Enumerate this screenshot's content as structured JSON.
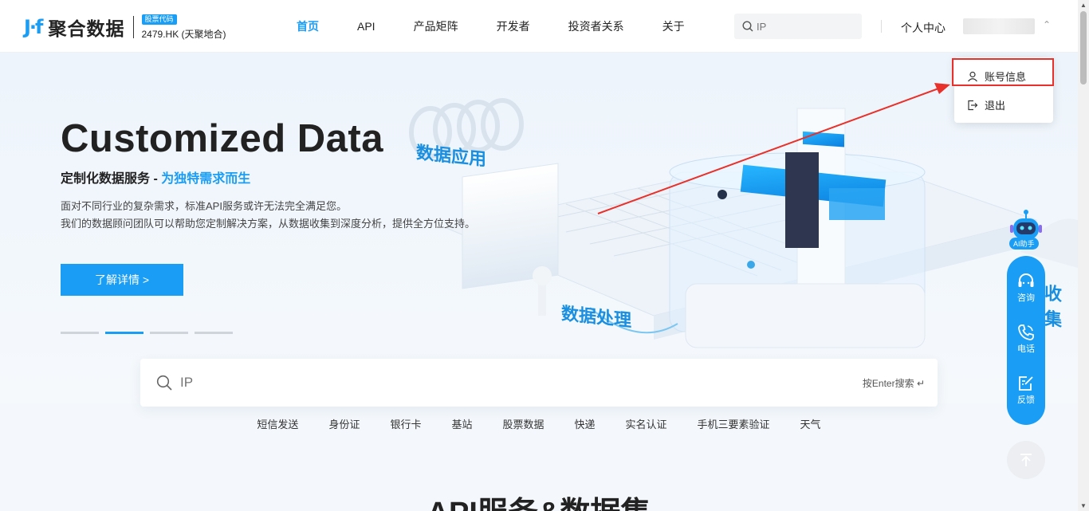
{
  "header": {
    "logo_mark": "J·f",
    "logo_text": "聚合数据",
    "stock_badge": "股票代码",
    "stock_code": "2479.HK (天聚地合)",
    "nav": [
      {
        "label": "首页",
        "active": true
      },
      {
        "label": "API",
        "active": false
      },
      {
        "label": "产品矩阵",
        "active": false
      },
      {
        "label": "开发者",
        "active": false
      },
      {
        "label": "投资者关系",
        "active": false
      },
      {
        "label": "关于",
        "active": false
      }
    ],
    "search_placeholder": "IP",
    "personal_center": "个人中心"
  },
  "dropdown": {
    "items": [
      {
        "label": "账号信息",
        "icon": "user-icon"
      },
      {
        "label": "退出",
        "icon": "logout-icon"
      }
    ]
  },
  "hero": {
    "title": "Customized Data",
    "subtitle_plain": "定制化数据服务 - ",
    "subtitle_highlight": "为独特需求而生",
    "desc_line1": "面对不同行业的复杂需求，标准API服务或许无法完全满足您。",
    "desc_line2": "我们的数据顾问团队可以帮助您定制解决方案，从数据收集到深度分析，提供全方位支持。",
    "button": "了解详情 >",
    "carousel_count": 4,
    "carousel_active": 2,
    "deco_labels": [
      "数据应用",
      "数据处理",
      "收集"
    ]
  },
  "search": {
    "placeholder": "IP",
    "enter_hint": "按Enter搜索"
  },
  "hot_tags": [
    "短信发送",
    "身份证",
    "银行卡",
    "基站",
    "股票数据",
    "快递",
    "实名认证",
    "手机三要素验证",
    "天气"
  ],
  "section_title": "API服务&数据集",
  "float": {
    "ai_badge": "AI助手",
    "items": [
      {
        "label": "咨询",
        "icon": "headset-icon"
      },
      {
        "label": "电话",
        "icon": "phone-icon"
      },
      {
        "label": "反馈",
        "icon": "feedback-icon"
      }
    ]
  },
  "colors": {
    "accent": "#1a9df5",
    "highlight_box": "#e8312a"
  }
}
